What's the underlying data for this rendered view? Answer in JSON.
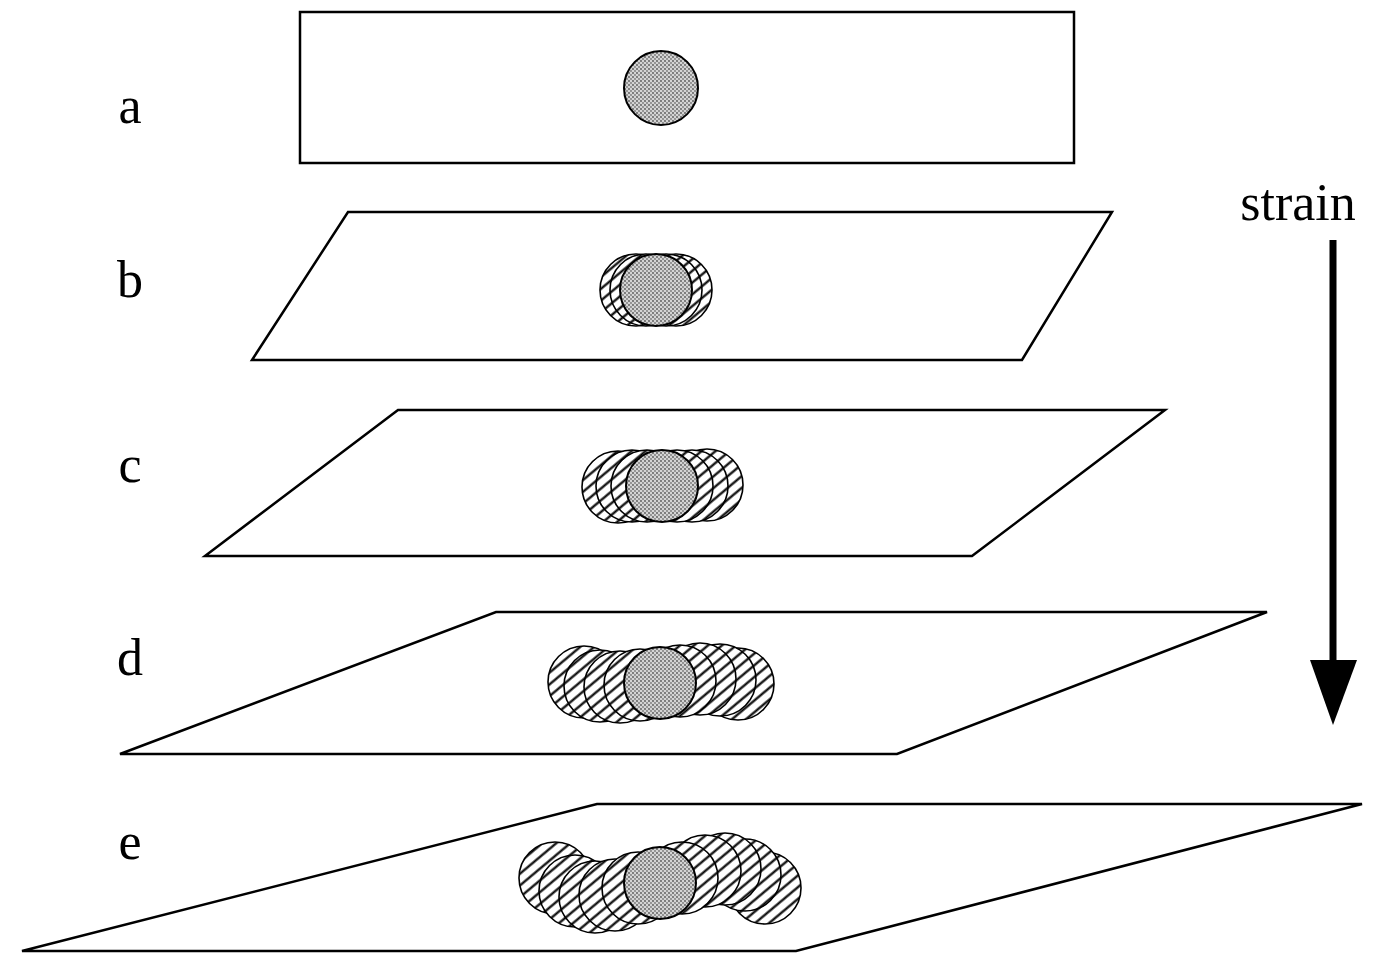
{
  "diagram": {
    "labels": [
      "a",
      "b",
      "c",
      "d",
      "e",
      "strain"
    ]
  }
}
